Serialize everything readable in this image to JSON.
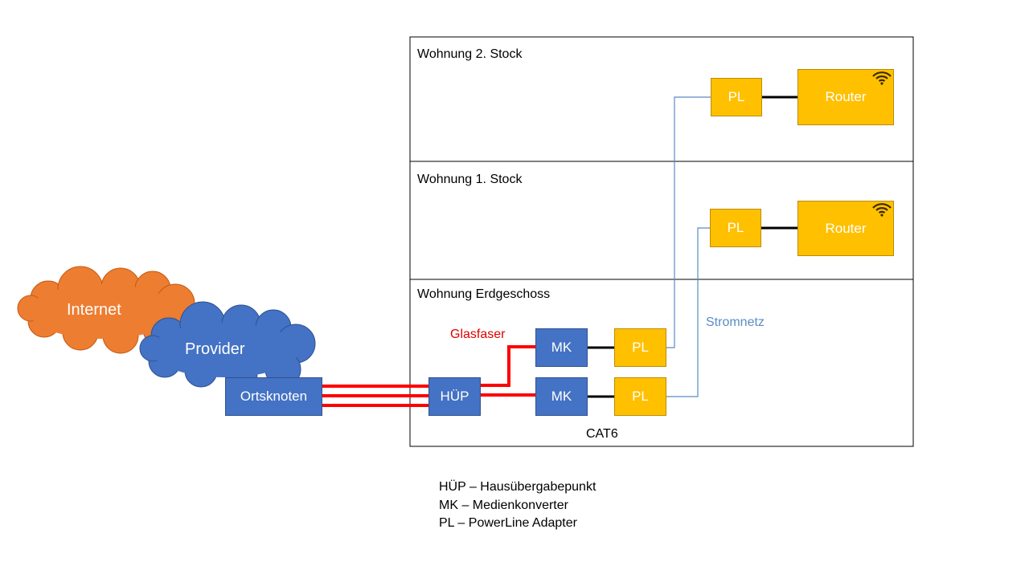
{
  "floors": {
    "second": "Wohnung 2. Stock",
    "first": "Wohnung 1. Stock",
    "ground": "Wohnung Erdgeschoss"
  },
  "clouds": {
    "internet": "Internet",
    "provider": "Provider"
  },
  "nodes": {
    "ortsknoten": "Ortsknoten",
    "huep": "HÜP",
    "mk_top": "MK",
    "mk_bottom": "MK",
    "pl_ground_top": "PL",
    "pl_ground_bottom": "PL",
    "pl_first": "PL",
    "pl_second": "PL",
    "router_first": "Router",
    "router_second": "Router"
  },
  "labels": {
    "glasfaser": "Glasfaser",
    "stromnetz": "Stromnetz",
    "cat6": "CAT6"
  },
  "legend": {
    "huep": "HÜP – Hausübergabepunkt",
    "mk": "MK – Medienkonverter",
    "pl": "PL – PowerLine Adapter"
  },
  "colors": {
    "fiber": "#FF0000",
    "power_line": "#5B8BC5",
    "cat6": "#000000",
    "device_blue": "#4472C4",
    "device_yellow": "#FFC000",
    "internet_cloud": "#ED7D31",
    "provider_cloud": "#4472C4"
  },
  "icons": {
    "router": "wifi-icon"
  }
}
